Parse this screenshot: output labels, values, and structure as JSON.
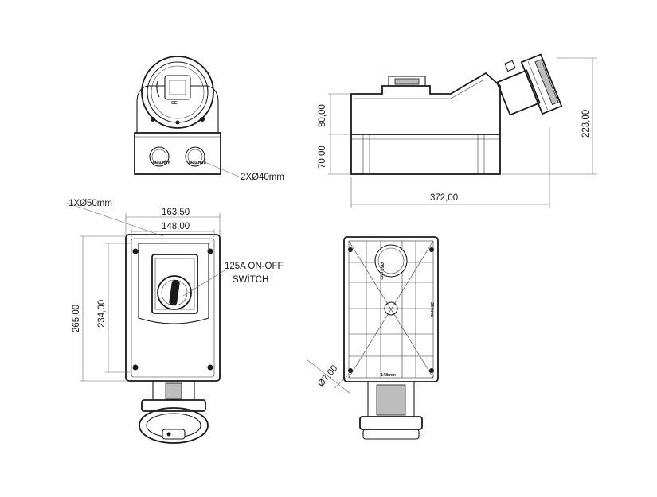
{
  "labels": {
    "side_height_upper": "80,00",
    "side_height_lower": "70,00",
    "side_total_height": "223,00",
    "side_length": "372,00",
    "top_holes": "2XØ40mm",
    "bottom_hole": "1XØ50mm",
    "front_outer_width": "163,50",
    "front_inner_width": "148,00",
    "front_total_height": "265,00",
    "front_inner_height": "234,00",
    "switch_label_line1": "125A ON-OFF",
    "switch_label_line2": "SWİTCH",
    "mount_hole": "Ø7,00",
    "back_height_mark": "234mm",
    "back_width_mark": "148mm",
    "back_circle_mark": "Ø50 mm",
    "top_hole_mark_left": "Ø40 mm",
    "top_hole_mark_right": "Ø40 mm",
    "cap_marking": "CE"
  }
}
